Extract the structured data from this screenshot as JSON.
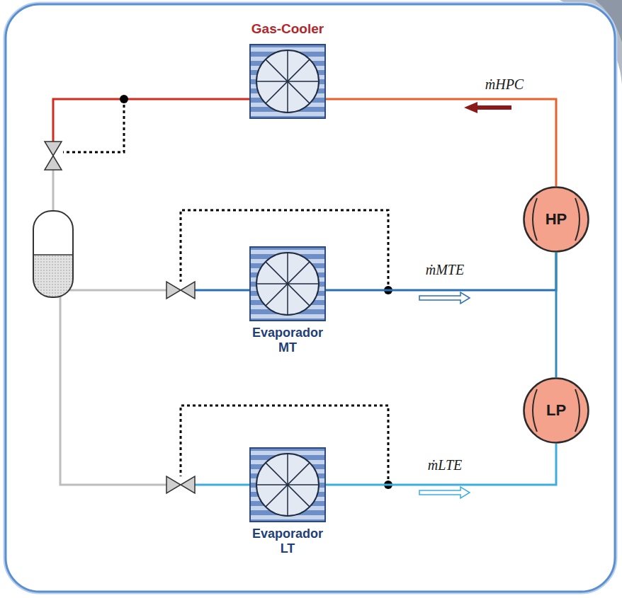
{
  "diagram": {
    "nodes": [
      {
        "text": [
          "Gas-Cooler"
        ]
      },
      {
        "text": [
          "HP"
        ]
      },
      {
        "text": [
          "Evaporador MT"
        ]
      },
      {
        "text": [
          "LP"
        ]
      },
      {
        "text": [
          "Evaporador LT"
        ]
      }
    ],
    "edges": [
      {
        "from": 1,
        "to": 0,
        "arrow": "none"
      },
      {
        "from": 2,
        "to": 1,
        "arrow": "none"
      },
      {
        "from": 3,
        "to": 1,
        "arrow": "none"
      },
      {
        "from": 4,
        "to": 3,
        "arrow": "none"
      }
    ],
    "labels": [
      "ṁHPC",
      "ṁMTE",
      "ṁLTE"
    ]
  }
}
